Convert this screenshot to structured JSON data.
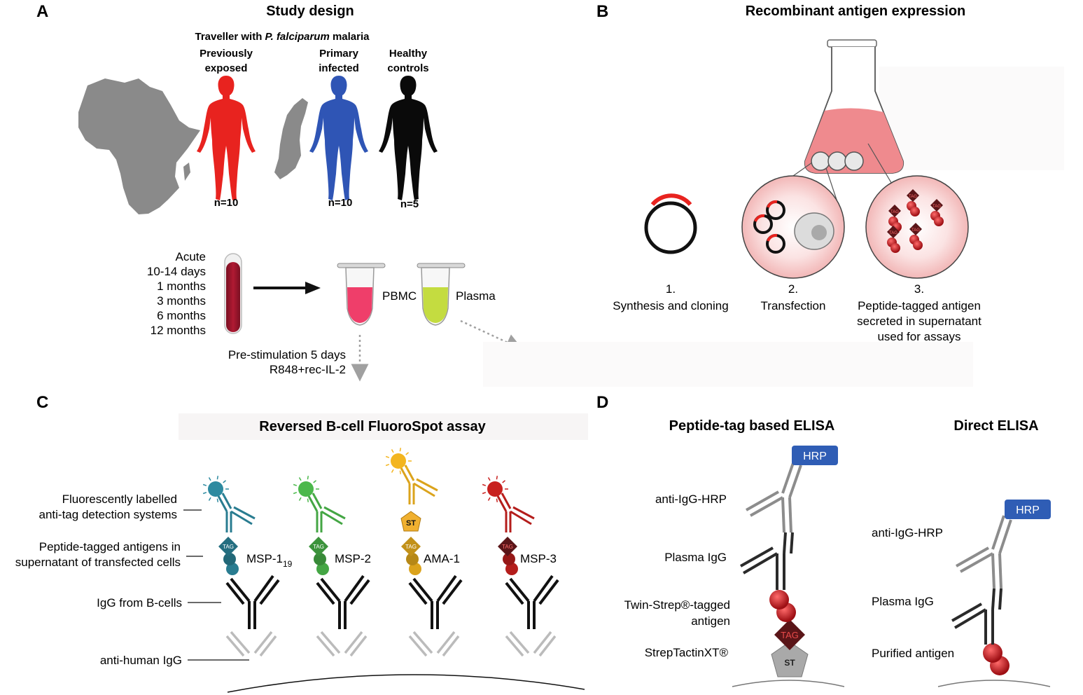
{
  "panel_a": {
    "letter": "A",
    "title": "Study design",
    "traveller_prefix": "Traveller with ",
    "traveller_species": "P. falciparum",
    "traveller_suffix": " malaria",
    "groups": [
      {
        "line1": "Previously",
        "line2": "exposed",
        "n": "n=10",
        "color": "#e8231f"
      },
      {
        "line1": "Primary",
        "line2": "infected",
        "n": "n=10",
        "color": "#2f55b5"
      },
      {
        "line1": "Healthy",
        "line2": "controls",
        "n": "n=5",
        "color": "#0a0a0a"
      }
    ],
    "timepoints": [
      "Acute",
      "10-14 days",
      "1 months",
      "3 months",
      "6 months",
      "12 months"
    ],
    "pbmc_label": "PBMC",
    "plasma_label": "Plasma",
    "prestim_line1": "Pre-stimulation 5 days",
    "prestim_line2": "R848+rec-IL-2"
  },
  "panel_b": {
    "letter": "B",
    "title": "Recombinant antigen expression",
    "steps": [
      {
        "num": "1.",
        "lines": [
          "Synthesis and cloning"
        ]
      },
      {
        "num": "2.",
        "lines": [
          "Transfection"
        ]
      },
      {
        "num": "3.",
        "lines": [
          "Peptide-tagged antigen",
          "secreted in supernatant",
          "used for assays"
        ]
      }
    ],
    "tag_text": "TAG"
  },
  "panel_c": {
    "letter": "C",
    "title": "Reversed B-cell FluoroSpot assay",
    "row_labels": [
      {
        "lines": [
          "Fluorescently labelled",
          "anti-tag detection systems"
        ]
      },
      {
        "lines": [
          "Peptide-tagged antigens in",
          "supernatant of transfected cells"
        ]
      },
      {
        "lines": [
          "IgG from B-cells"
        ]
      },
      {
        "lines": [
          "anti-human IgG"
        ]
      }
    ],
    "antigens": [
      {
        "name": "MSP-1",
        "sub": "19",
        "color": "#2d8aa0"
      },
      {
        "name": "MSP-2",
        "sub": "",
        "color": "#4bb84b"
      },
      {
        "name": "AMA-1",
        "sub": "",
        "color": "#f3b51f"
      },
      {
        "name": "MSP-3",
        "sub": "",
        "color": "#c8201e"
      }
    ],
    "st_text": "ST",
    "tag_text": "TAG"
  },
  "panel_d": {
    "letter": "D",
    "left_title": "Peptide-tag based ELISA",
    "right_title": "Direct ELISA",
    "left_labels": [
      "anti-IgG-HRP",
      "Plasma IgG",
      "Twin-Strep®-tagged",
      "antigen",
      "StrepTactinXT®"
    ],
    "right_labels": [
      "anti-IgG-HRP",
      "Plasma IgG",
      "Purified antigen"
    ],
    "hrp_text": "HRP",
    "tag_text": "TAG",
    "st_text": "ST"
  }
}
